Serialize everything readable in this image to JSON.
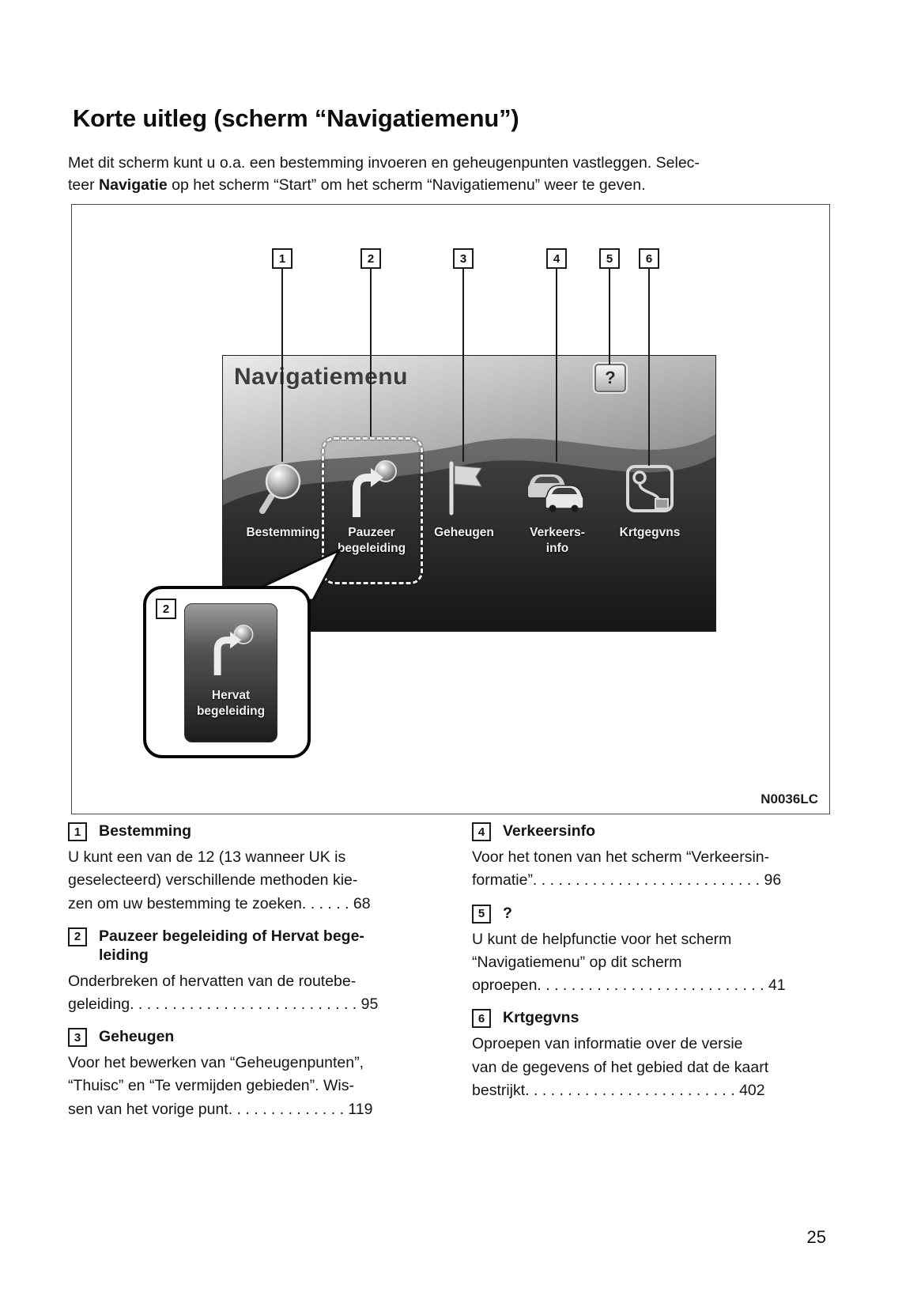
{
  "doc": {
    "title": "Korte uitleg (scherm “Navigatiemenu”)",
    "intro": {
      "pre": "Met dit scherm kunt u o.a. een bestemming invoeren en geheugenpunten vastleggen. Selec-\nteer ",
      "bold": "Navigatie",
      "post": " op het scherm “Start” om het scherm “Navigatiemenu” weer te geven."
    },
    "page_number": "25"
  },
  "figure": {
    "code": "N0036LC",
    "callouts": [
      "1",
      "2",
      "3",
      "4",
      "5",
      "6"
    ],
    "screen": {
      "title": "Navigatiemenu",
      "help_button": "?",
      "menu_items": [
        {
          "label": "Bestemming",
          "icon": "magnifier-icon",
          "selected": false
        },
        {
          "label": "Pauzeer\nbegeleiding",
          "icon": "route-arrow-icon",
          "selected": true
        },
        {
          "label": "Geheugen",
          "icon": "flag-icon",
          "selected": false
        },
        {
          "label": "Verkeers-\ninfo",
          "icon": "traffic-cars-icon",
          "selected": false
        },
        {
          "label": "Krtgegvns",
          "icon": "map-data-icon",
          "selected": false
        }
      ]
    },
    "inset": {
      "num": "2",
      "label": "Hervat\nbegeleiding",
      "icon": "route-arrow-icon"
    }
  },
  "legend": {
    "left": [
      {
        "num": "1",
        "title": "Bestemming",
        "body": "U kunt een van de 12 (13 wanneer UK is\ngeselecteerd) verschillende methoden kie-\nzen om uw bestemming te zoeken. . . . . . 68"
      },
      {
        "num": "2",
        "title": "Pauzeer begeleiding of Hervat bege-\nleiding",
        "body": "Onderbreken of hervatten van de routebe-\ngeleiding. . . . . . . . . . . . . . . . . . . . . . . . . . . 95"
      },
      {
        "num": "3",
        "title": "Geheugen",
        "body": "Voor het bewerken van “Geheugenpunten”,\n“Thuisc” en “Te vermijden gebieden”. Wis-\nsen van het vorige punt. . . . . . . . . . . . . . 119"
      }
    ],
    "right": [
      {
        "num": "4",
        "title": "Verkeersinfo",
        "body": "Voor het tonen van het scherm “Verkeersin-\nformatie”. . . . . . . . . . . . . . . . . . . . . . . . . . . 96"
      },
      {
        "num": "5",
        "title": "?",
        "body": "U kunt de helpfunctie voor het scherm\n“Navigatiemenu” op dit scherm\noproepen. . . . . . . . . . . . . . . . . . . . . . . . . . . 41"
      },
      {
        "num": "6",
        "title": "Krtgegvns",
        "body": "Oproepen van informatie over de versie\nvan de gegevens of het gebied dat de kaart\nbestrijkt. . . . . . . . . . . . . . . . . . . . . . . . .  402"
      }
    ]
  }
}
